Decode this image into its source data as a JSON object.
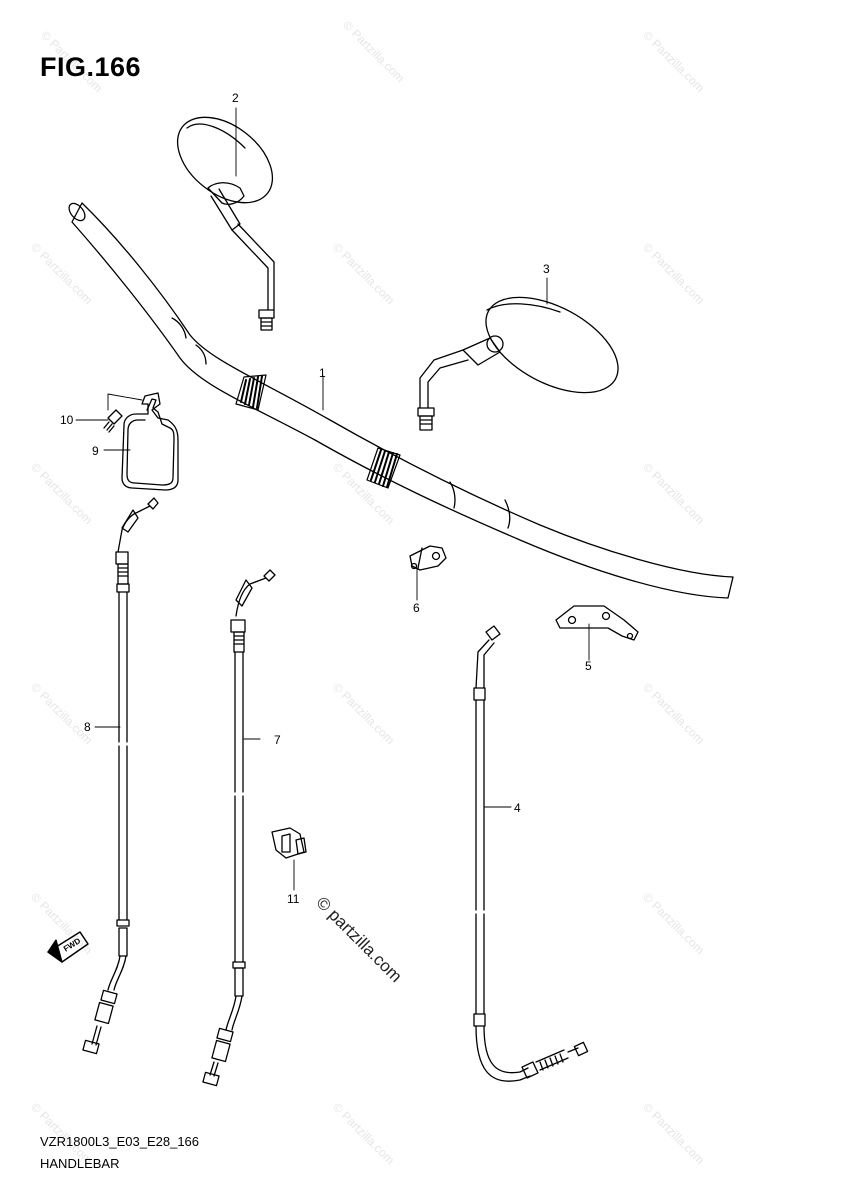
{
  "figure": {
    "title": "FIG.166"
  },
  "callouts": [
    {
      "id": "1",
      "text": "1"
    },
    {
      "id": "2",
      "text": "2"
    },
    {
      "id": "3",
      "text": "3"
    },
    {
      "id": "4",
      "text": "4"
    },
    {
      "id": "5",
      "text": "5"
    },
    {
      "id": "6",
      "text": "6"
    },
    {
      "id": "7",
      "text": "7"
    },
    {
      "id": "8",
      "text": "8"
    },
    {
      "id": "9",
      "text": "9"
    },
    {
      "id": "10",
      "text": "10"
    },
    {
      "id": "11",
      "text": "11"
    }
  ],
  "arrow_label": "FWD",
  "watermark": {
    "center": "© partzilla.com",
    "repeat": "© Partzilla.com"
  },
  "footer": {
    "code": "VZR1800L3_E03_E28_166",
    "name": "HANDLEBAR"
  }
}
